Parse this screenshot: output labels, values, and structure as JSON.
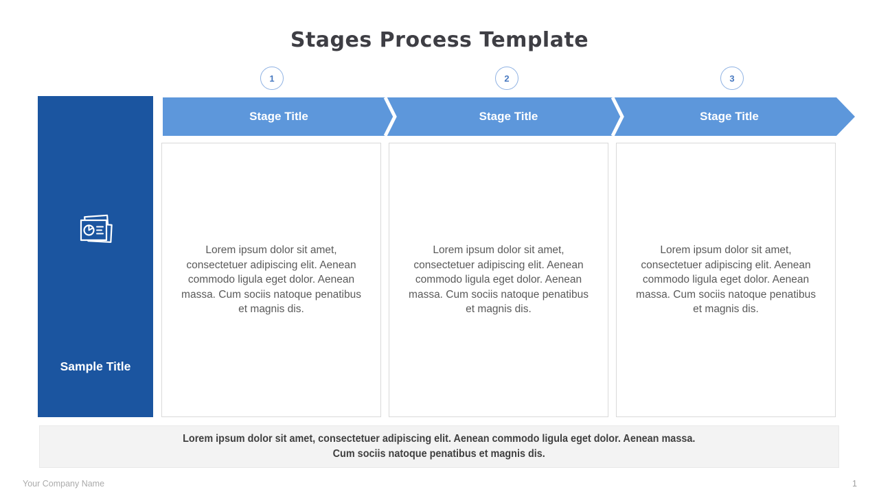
{
  "slide": {
    "title": "Stages Process Template",
    "footer": {
      "company_name": "Your Company Name",
      "page_number": "1"
    }
  },
  "sidebar": {
    "icon": "presentation-slides-icon",
    "title": "Sample Title"
  },
  "stages": [
    {
      "number": "1",
      "title": "Stage Title",
      "body_lines": [
        "Lorem ipsum dolor sit amet,",
        "consectetuer adipiscing elit. Aenean",
        "commodo ligula eget dolor. Aenean",
        "massa. Cum sociis natoque penatibus",
        "et magnis dis."
      ]
    },
    {
      "number": "2",
      "title": "Stage Title",
      "body_lines": [
        "Lorem ipsum dolor sit amet,",
        "consectetuer adipiscing elit. Aenean",
        "commodo ligula eget dolor. Aenean",
        "massa. Cum sociis natoque penatibus",
        "et magnis dis."
      ]
    },
    {
      "number": "3",
      "title": "Stage Title",
      "body_lines": [
        "Lorem ipsum dolor sit amet,",
        "consectetuer adipiscing elit. Aenean",
        "commodo ligula eget dolor. Aenean",
        "massa. Cum sociis natoque penatibus",
        "et magnis dis."
      ]
    }
  ],
  "summary": {
    "lines": [
      "Lorem ipsum dolor sit amet, consectetuer adipiscing elit. Aenean commodo ligula eget dolor. Aenean massa.",
      "Cum sociis natoque penatibus et magnis dis."
    ]
  },
  "colors": {
    "band_blue": "#5D97DB",
    "sidebar_blue": "#1B55A0",
    "step_number_blue": "#4879C0",
    "step_ring_blue": "#8FB2E3",
    "title_gray": "#3E3E44",
    "body_gray": "#595959",
    "summary_bg": "#F3F3F3",
    "footer_gray": "#ABABAB"
  }
}
